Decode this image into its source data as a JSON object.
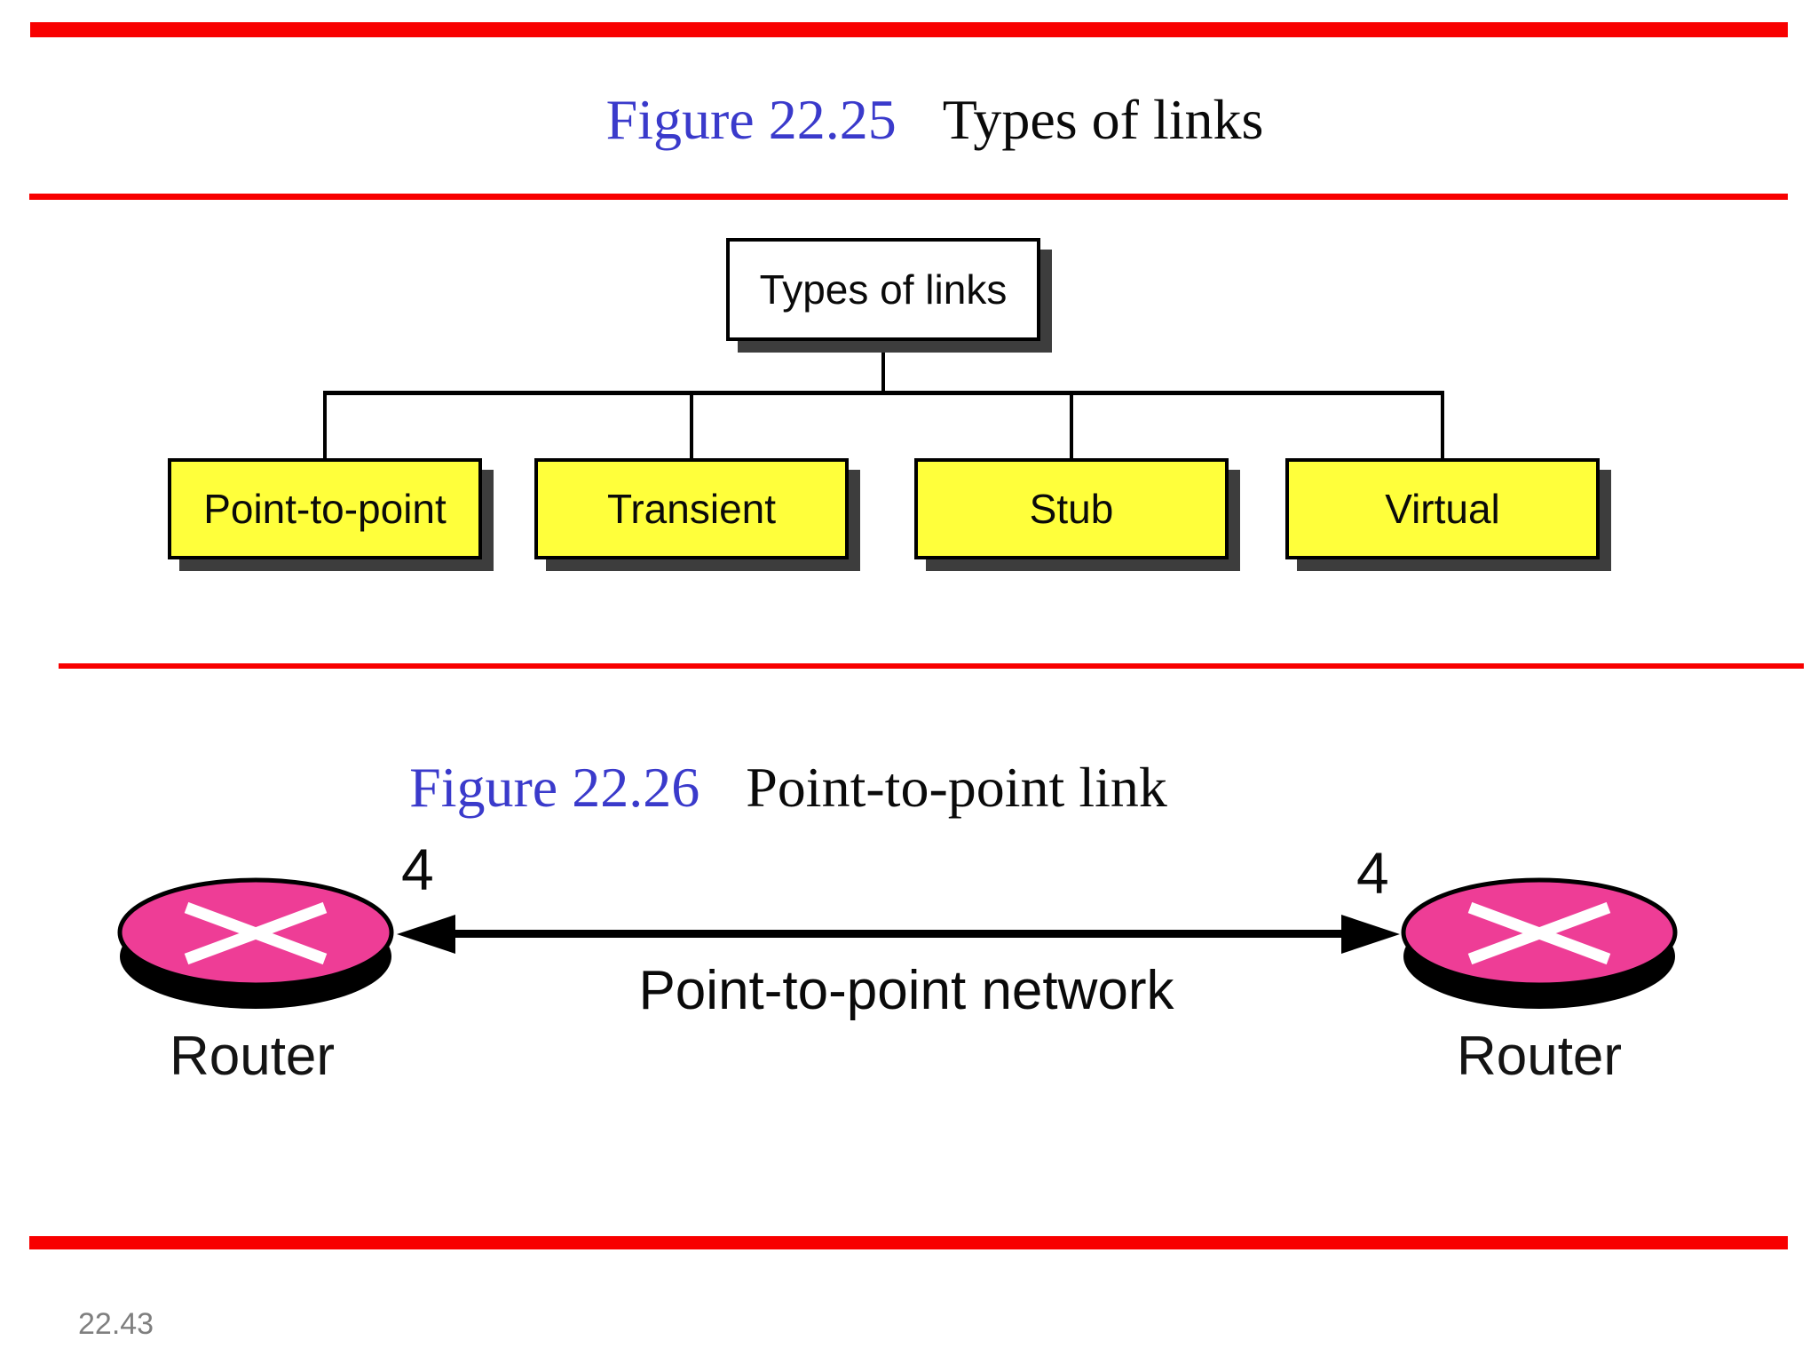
{
  "slide": {
    "page_number": "22.43",
    "colors": {
      "red_line": "#F80000",
      "caption_blue": "#3A3ACB",
      "box_yellow": "#FFFF3B",
      "router_pink": "#EE3D96",
      "shadow_gray": "#3D3D3D",
      "page_number_gray": "#7F7F7F"
    }
  },
  "figure1": {
    "caption_number": "Figure 22.25",
    "caption_title": "Types of links",
    "tree": {
      "root": "Types of links",
      "children": [
        "Point-to-point",
        "Transient",
        "Stub",
        "Virtual"
      ]
    }
  },
  "figure2": {
    "caption_number": "Figure 22.26",
    "caption_title": "Point-to-point link",
    "link_label": "Point-to-point network",
    "left_router": {
      "label": "Router",
      "interface_number": "4"
    },
    "right_router": {
      "label": "Router",
      "interface_number": "4"
    }
  }
}
